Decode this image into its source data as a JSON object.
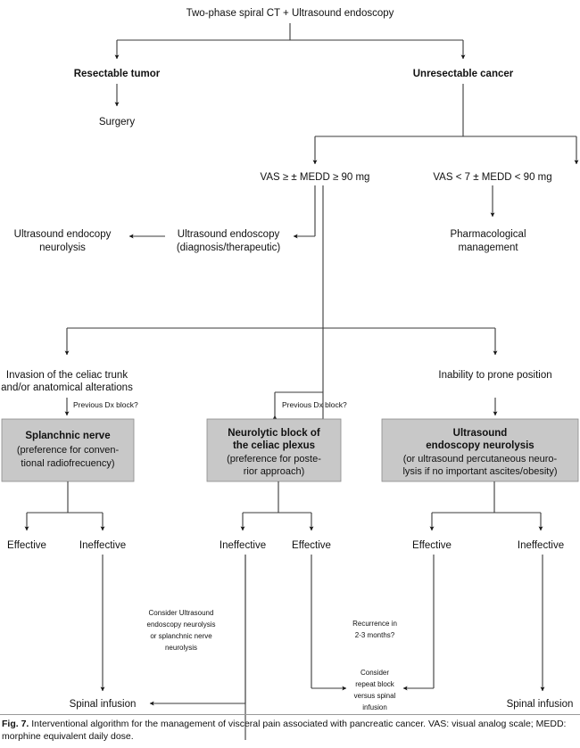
{
  "figure": {
    "number": "Fig. 7.",
    "caption": "Interventional algorithm for the management of visceral pain associated with pancreatic cancer. VAS: visual analog scale; MEDD: morphine equivalent daily dose."
  },
  "chart_data": {
    "type": "diagram",
    "title": "Interventional algorithm for the management of visceral pain associated with pancreatic cancer",
    "nodes": [
      {
        "id": "root",
        "label": "Two-phase spiral CT + Ultrasound endoscopy",
        "style": "plain"
      },
      {
        "id": "resectable",
        "label": "Resectable tumor",
        "style": "bold"
      },
      {
        "id": "unresect",
        "label": "Unresectable cancer",
        "style": "bold"
      },
      {
        "id": "surgery",
        "label": "Surgery",
        "style": "plain"
      },
      {
        "id": "vas_high",
        "label": "VAS ≥ ± MEDD ≥ 90 mg",
        "style": "plain"
      },
      {
        "id": "vas_low",
        "label": "VAS < 7 ± MEDD < 90 mg",
        "style": "plain"
      },
      {
        "id": "us_endo",
        "label": "Ultrasound endoscopy (diagnosis/therapeutic)",
        "style": "plain"
      },
      {
        "id": "us_neuro",
        "label": "Ultrasound endocopy neurolysis",
        "style": "plain"
      },
      {
        "id": "pharma",
        "label": "Pharmacological management",
        "style": "plain"
      },
      {
        "id": "invasion",
        "label": "Invasion of the celiac trunk and/or anatomical alterations",
        "style": "plain"
      },
      {
        "id": "prone",
        "label": "Inability to prone position",
        "style": "plain"
      },
      {
        "id": "splanchnic",
        "label": "Splanchnic nerve (preference for conventional radiofrecuency)",
        "style": "gray-box"
      },
      {
        "id": "neurolytic",
        "label": "Neurolytic block of the celiac plexus (preference for posterior approach)",
        "style": "gray-box"
      },
      {
        "id": "usendo_box",
        "label": "Ultrasound endoscopy neurolysis (or ultrasound percutaneous neurolysis if no important ascites/obesity)",
        "style": "gray-box"
      },
      {
        "id": "repeat",
        "label": "Consider repeat block versus spinal infusion",
        "style": "plain"
      },
      {
        "id": "spinal_l",
        "label": "Spinal infusion",
        "style": "plain"
      },
      {
        "id": "spinal_r",
        "label": "Spinal infusion",
        "style": "plain"
      }
    ],
    "edge_labels": [
      "Previous Dx block?",
      "Previous Dx block?",
      "Recurrence in 2-3 months?"
    ],
    "outcome_labels": [
      "Effective",
      "Ineffective",
      "Ineffective",
      "Effective",
      "Effective",
      "Ineffective"
    ],
    "notes": [
      "Consider Ultrasound endoscopy neurolysis or splanchnic nerve neurolysis"
    ],
    "legend": "VAS: visual analog scale; MEDD: morphine equivalent daily dose",
    "colors": {
      "box_fill": "#c8c8c8",
      "box_stroke": "#8a8a8a",
      "edge": "#3a3a3a",
      "text": "#111111",
      "background": "#ffffff"
    }
  },
  "title_node": {
    "text": "Two-phase spiral CT + Ultrasound endoscopy"
  },
  "level1": {
    "resectable": "Resectable tumor",
    "unresectable": "Unresectable cancer",
    "surgery": "Surgery"
  },
  "level2": {
    "vas_high": "VAS ≥ ± MEDD ≥ 90 mg",
    "vas_low": "VAS < 7 ± MEDD < 90 mg"
  },
  "level3": {
    "us_endoscopy_l1": "Ultrasound endoscopy",
    "us_endoscopy_l2": "(diagnosis/therapeutic)",
    "us_neurolysis_l1": "Ultrasound endocopy",
    "us_neurolysis_l2": "neurolysis",
    "pharma_l1": "Pharmacological",
    "pharma_l2": "management"
  },
  "level4": {
    "invasion_l1": "Invasion of the celiac trunk",
    "invasion_l2": "and/or anatomical alterations",
    "prone": "Inability to prone position",
    "dx_block_left": "Previous Dx block?",
    "dx_block_mid": "Previous Dx block?"
  },
  "boxes": {
    "splanchnic": {
      "l1": "Splanchnic nerve",
      "l2": "(preference for conven-",
      "l3": "tional radiofrecuency)"
    },
    "neurolytic": {
      "l1": "Neurolytic block of",
      "l2": "the celiac plexus",
      "l3": "(preference for poste-",
      "l4": "rior approach)"
    },
    "usendoscopy": {
      "l1": "Ultrasound",
      "l2": "endoscopy neurolysis",
      "l3": "(or ultrasound percutaneous neuro-",
      "l4": "lysis if no important ascites/obesity)"
    }
  },
  "outcomes": {
    "o1": "Effective",
    "o2": "Ineffective",
    "o3": "Ineffective",
    "o4": "Effective",
    "o5": "Effective",
    "o6": "Ineffective"
  },
  "notes": {
    "consider_l1": "Consider Ultrasound",
    "consider_l2": "endoscopy neurolysis",
    "consider_l3": "or splanchnic nerve",
    "consider_l4": "neurolysis",
    "recurrence_l1": "Recurrence in",
    "recurrence_l2": "2-3 months?",
    "repeat_l1": "Consider",
    "repeat_l2": "repeat block",
    "repeat_l3": "versus spinal",
    "repeat_l4": "infusion"
  },
  "terminals": {
    "spinal_left": "Spinal infusion",
    "spinal_right": "Spinal infusion"
  }
}
